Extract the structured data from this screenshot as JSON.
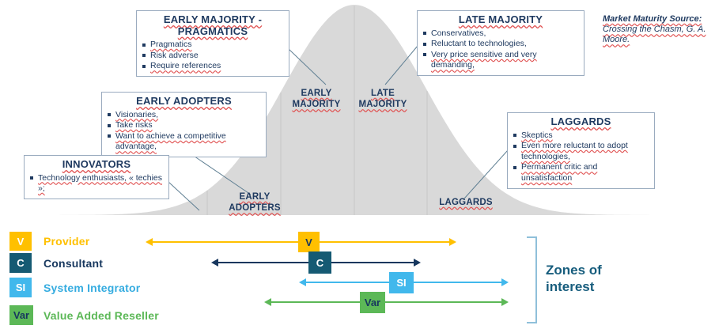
{
  "source_note": {
    "line1": "Market Maturity Source:",
    "line2": "Crossing the Chasm, G. A. Moore."
  },
  "callouts": [
    {
      "id": "early-majority-pragmatics",
      "title": "EARLY MAJORITY  -\nPRAGMATICS",
      "bullets": [
        "Pragmatics",
        "Risk adverse",
        "Require references"
      ]
    },
    {
      "id": "late-majority",
      "title": "LATE MAJORITY",
      "bullets": [
        "Conservatives,",
        "Reluctant to technologies,",
        "Very price sensitive and very demanding,"
      ]
    },
    {
      "id": "early-adopters",
      "title": "EARLY ADOPTERS",
      "bullets": [
        "Visionaries,",
        "Take risks",
        "Want to achieve a competitive advantage,"
      ]
    },
    {
      "id": "innovators",
      "title": "INNOVATORS",
      "bullets": [
        "Technology enthusiasts, « techies »;"
      ]
    },
    {
      "id": "laggards",
      "title": "LAGGARDS",
      "bullets": [
        "Skeptics",
        "Even more reluctant to adopt technologies,",
        "Permanent critic and unsatisfaction"
      ]
    }
  ],
  "curve_labels": {
    "early_majority": "EARLY\nMAJORITY",
    "late_majority": "LATE\nMAJORITY",
    "early_adopters": "EARLY\nADOPTERS",
    "laggards": "LAGGARDS"
  },
  "legend": {
    "items": [
      {
        "abbr": "V",
        "label": "Provider",
        "color": "#FFC000"
      },
      {
        "abbr": "C",
        "label": "Consultant",
        "color": "#155A73"
      },
      {
        "abbr": "SI",
        "label": "System Integrator",
        "color": "#41B8EC"
      },
      {
        "abbr": "Var",
        "label": "Value Added Reseller",
        "color": "#5CB857"
      }
    ],
    "zones_label": "Zones of\ninterest"
  },
  "colors": {
    "curve_fill": "#D9D9D9",
    "text_navy": "#1F3A60",
    "squiggle_red": "#E05050",
    "zones_text": "#175D7D"
  }
}
